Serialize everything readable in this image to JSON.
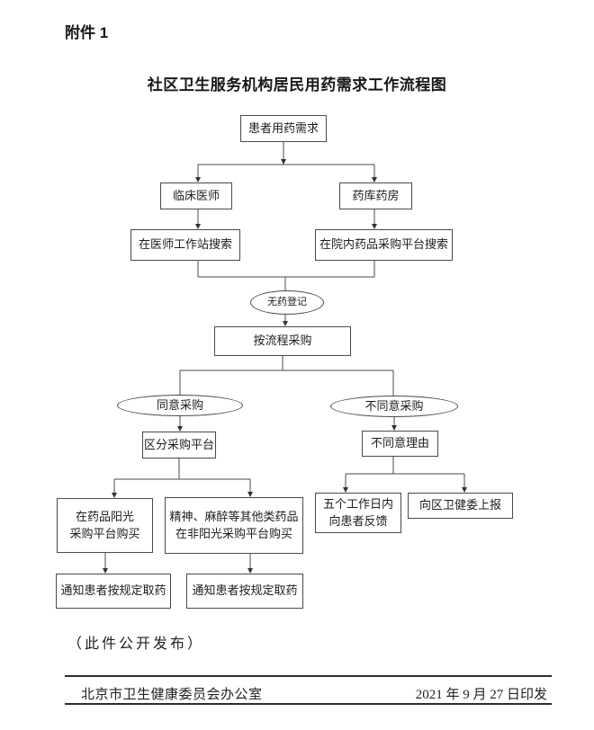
{
  "page": {
    "attachment_label": "附件 1",
    "title": "社区卫生服务机构居民用药需求工作流程图",
    "publish_note": "（此件公开发布）",
    "footer": {
      "issuer": "北京市卫生健康委员会办公室",
      "print_date": "2021 年 9 月 27 日印发"
    }
  },
  "colors": {
    "background": "#ffffff",
    "ink": "#1c1c1c",
    "line": "#4a4a4a"
  },
  "flowchart": {
    "nodes": {
      "patient_demand": "患者用药需求",
      "clinical_physician": "临床医师",
      "pharmacy": "药库药房",
      "search_workstation": "在医师工作站搜索",
      "search_hospital_platform": "在院内药品采购平台搜索",
      "no_drug_register": "无药登记",
      "procure_by_process": "按流程采购",
      "agree_procure": "同意采购",
      "disagree_procure": "不同意采购",
      "distinguish_platform": "区分采购平台",
      "disagree_reason": "不同意理由",
      "sunshine_platform_buy": "在药品阳光\n采购平台购买",
      "non_sunshine_buy": "精神、麻醉等其他类药品\n在非阳光采购平台购买",
      "feedback_in_5_days": "五个工作日内\n向患者反馈",
      "report_to_district": "向区卫健委上报",
      "notify_pickup_left": "通知患者按规定取药",
      "notify_pickup_right": "通知患者按规定取药"
    }
  }
}
